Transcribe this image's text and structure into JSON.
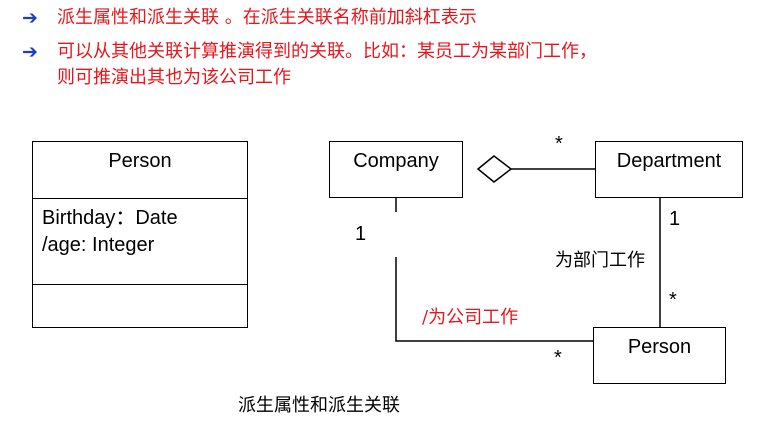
{
  "bullets": [
    {
      "icon": "arrow-right-icon",
      "lines": [
        "派生属性和派生关联 。在派生关联名称前加斜杠表示"
      ]
    },
    {
      "icon": "arrow-right-icon",
      "lines": [
        "可以从其他关联计算推演得到的关联。比如：某员工为某部门工作，",
        "则可推演出其也为该公司工作"
      ]
    }
  ],
  "class_person": {
    "name": "Person",
    "attributes": [
      "Birthday：Date",
      "/age: Integer"
    ]
  },
  "diagram": {
    "company": "Company",
    "department": "Department",
    "person": "Person",
    "mult_company_department": "*",
    "mult_department_person_top": "1",
    "mult_department_person_bottom": "*",
    "mult_company_person_top": "1",
    "mult_company_person_bottom": "*",
    "label_department_person": "为部门工作",
    "label_company_person": "/为公司工作"
  },
  "caption": "派生属性和派生关联",
  "colors": {
    "bullet": "#1b3fc4",
    "text_red": "#e8161b",
    "line": "#000000"
  }
}
